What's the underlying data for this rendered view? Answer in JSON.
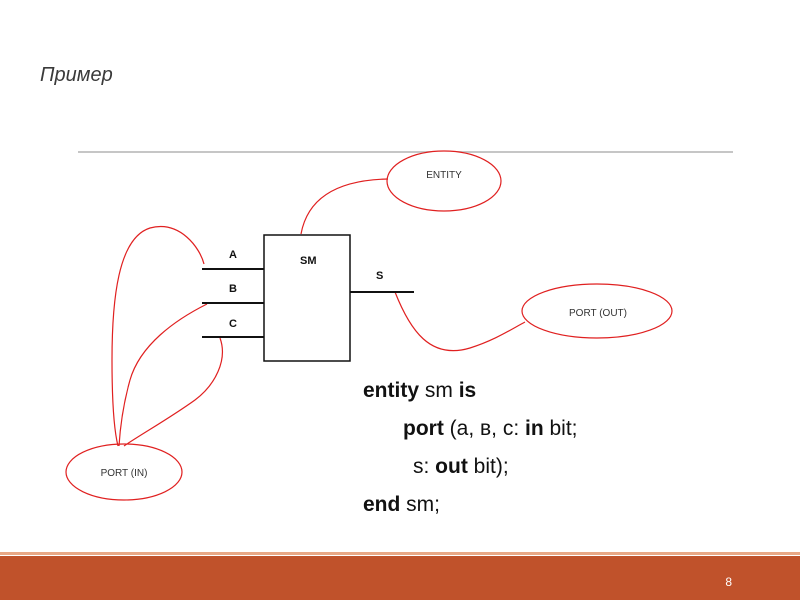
{
  "slide": {
    "title": "Пример",
    "page_number": "8"
  },
  "diagram": {
    "block_label": "SM",
    "inputs": [
      "A",
      "B",
      "C"
    ],
    "output": "S",
    "callouts": {
      "entity": "ENTITY",
      "port_out": "PORT (OUT)",
      "port_in": "PORT (IN)"
    },
    "colors": {
      "callout_stroke": "#e02020",
      "wire": "#111111",
      "footer": "#c0522b"
    }
  },
  "code": {
    "l1_kw1": "entity",
    "l1_t1": " sm ",
    "l1_kw2": "is",
    "l2_kw1": "port",
    "l2_t1": " (a, в, с: ",
    "l2_kw2": "in",
    "l2_t2": " bit;",
    "l3_t1": "s: ",
    "l3_kw1": "out",
    "l3_t2": " bit);",
    "l4_kw1": "end",
    "l4_t1": " sm;"
  }
}
